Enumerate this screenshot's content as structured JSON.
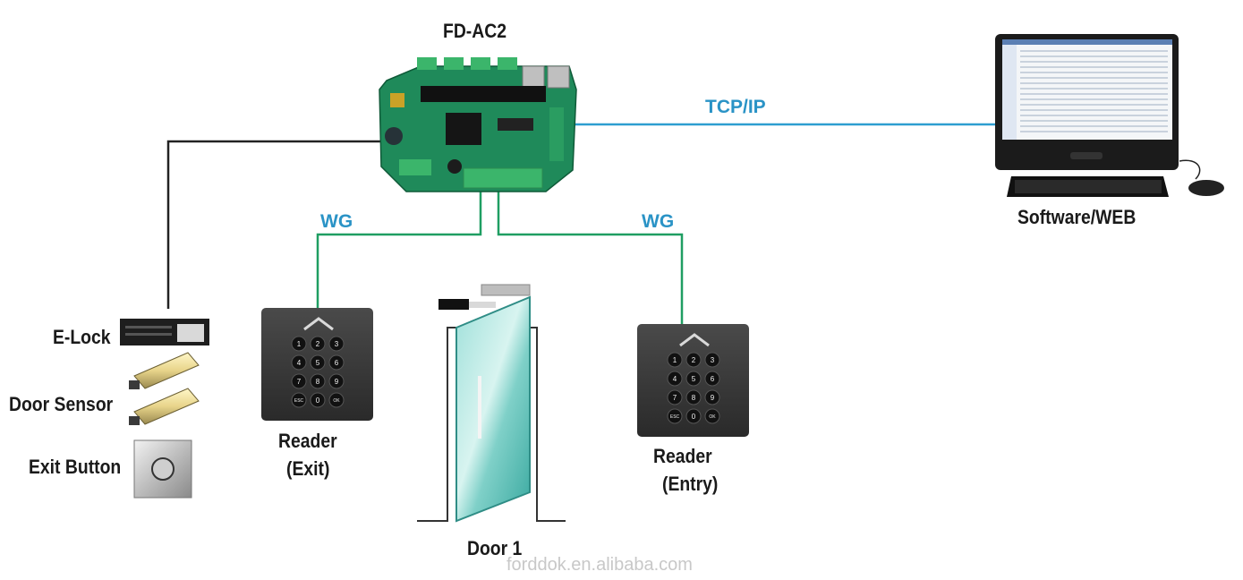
{
  "controller": {
    "name": "FD-AC2"
  },
  "computer": {
    "label": "Software/WEB"
  },
  "connections": {
    "tcpip": "TCP/IP",
    "wg_left": "WG",
    "wg_right": "WG"
  },
  "peripherals": {
    "elock": "E-Lock",
    "door_sensor": "Door Sensor",
    "exit_button": "Exit Button"
  },
  "readers": {
    "exit": {
      "title": "Reader",
      "sub": "(Exit)"
    },
    "entry": {
      "title": "Reader",
      "sub": "(Entry)"
    },
    "keys": [
      "1",
      "2",
      "3",
      "4",
      "5",
      "6",
      "7",
      "8",
      "9",
      "ESC",
      "0",
      "OK"
    ]
  },
  "door": {
    "label": "Door 1"
  },
  "watermark": "forddok.en.alibaba.com",
  "colors": {
    "tcp_line": "#2e9ed0",
    "wg_line": "#1f9e62",
    "wire": "#222222",
    "pcb": "#1f8a5a"
  }
}
